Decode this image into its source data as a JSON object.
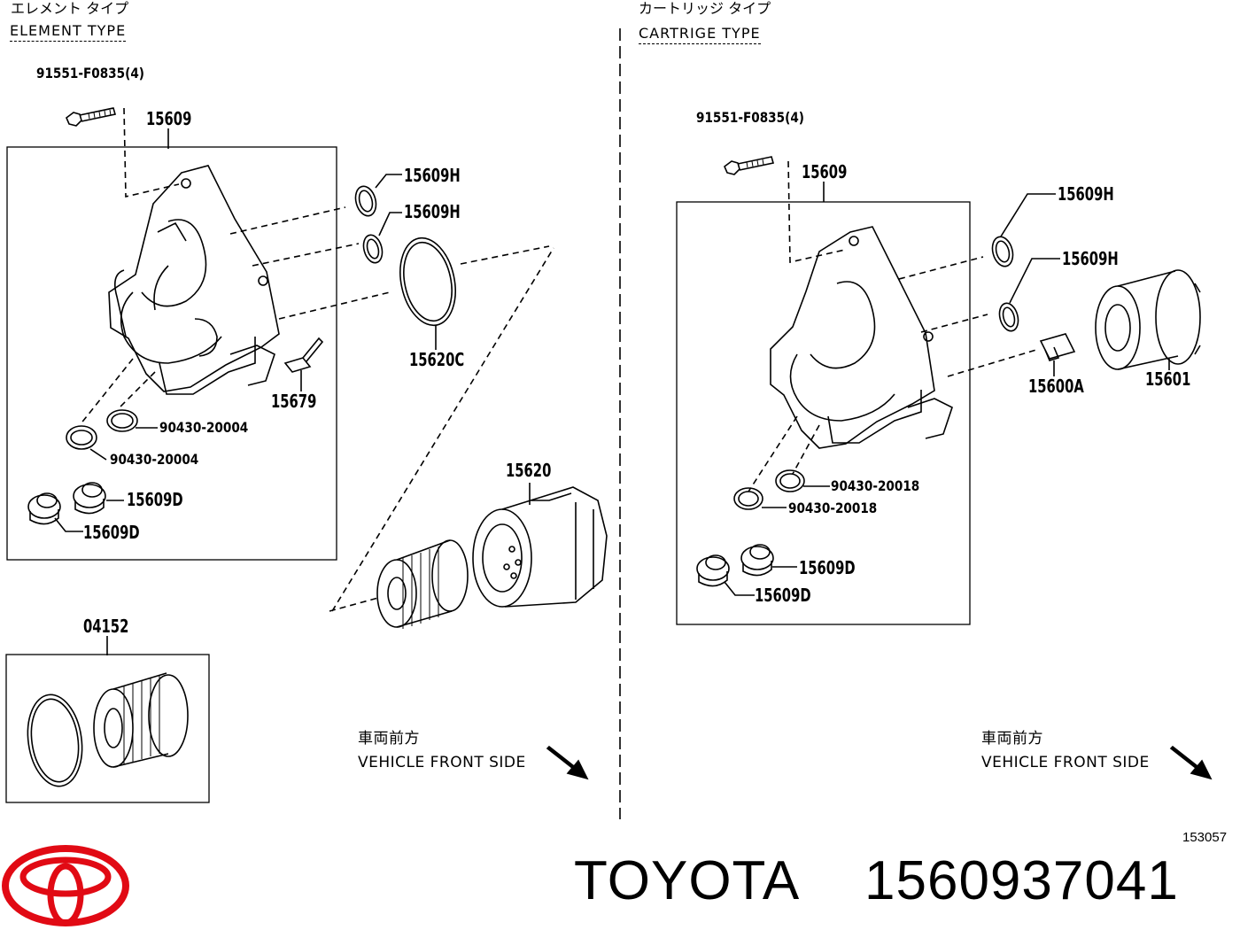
{
  "left": {
    "title_jp": "エレメント タイプ",
    "title_en": "ELEMENT TYPE",
    "parts": {
      "bolt": "91551-F0835(4)",
      "housing": "15609",
      "oring_top": "15609H",
      "oring_bottom": "15609H",
      "gasket": "15620C",
      "clip": "15679",
      "washer_a": "90430-20004",
      "washer_b": "90430-20004",
      "plug_a": "15609D",
      "plug_b": "15609D",
      "cap": "15620",
      "kit": "04152"
    },
    "front_jp": "車両前方",
    "front_en": "VEHICLE FRONT SIDE"
  },
  "right": {
    "title_jp": "カートリッジ タイプ",
    "title_en": "CARTRIGE TYPE",
    "parts": {
      "bolt": "91551-F0835(4)",
      "housing": "15609",
      "oring_top": "15609H",
      "oring_bottom": "15609H",
      "union": "15600A",
      "filter": "15601",
      "washer_a": "90430-20018",
      "washer_b": "90430-20018",
      "plug_a": "15609D",
      "plug_b": "15609D"
    },
    "front_jp": "車両前方",
    "front_en": "VEHICLE FRONT SIDE"
  },
  "figure_code": "153057",
  "brand": "TOYOTA",
  "part_number": "1560937041",
  "colors": {
    "logo": "#e10a14",
    "ink": "#000000"
  }
}
